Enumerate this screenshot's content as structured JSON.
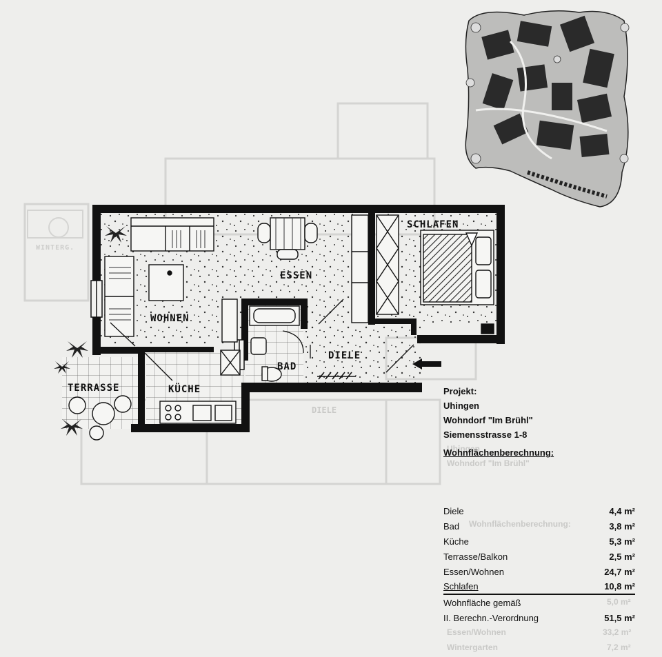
{
  "project": {
    "heading": "Projekt:",
    "city": "Uhingen",
    "name": "Wohndorf \"Im Brühl\"",
    "street": "Siemensstrasse 1-8"
  },
  "calculation": {
    "title": "Wohnflächenberechnung:",
    "rows": [
      {
        "name": "Diele",
        "value": "4,4 m²"
      },
      {
        "name": "Bad",
        "value": "3,8 m²"
      },
      {
        "name": "Küche",
        "value": "5,3 m²"
      },
      {
        "name": "Terrasse/Balkon",
        "value": "2,5 m²"
      },
      {
        "name": "Essen/Wohnen",
        "value": "24,7 m²"
      },
      {
        "name": "Schlafen",
        "value": "10,8 m²"
      }
    ],
    "total_label_1": "Wohnfläche gemäß",
    "total_label_2": "II. Berechn.-Verordnung",
    "total_value": "51,5 m²"
  },
  "rooms": {
    "wohnen": "WOHNEN",
    "essen": "ESSEN",
    "schlafen": "SCHLAFEN",
    "diele": "DIELE",
    "bad": "BAD",
    "kueche": "KÜCHE",
    "terrasse": "TERRASSE",
    "winterg": "WINTERG."
  },
  "ghost_text": {
    "diele": "DIELE",
    "city": "Uhingen",
    "name": "Wohndorf \"Im Brühl\"",
    "calc": "Wohnflächenberechnung:",
    "v1": "5,0 m²",
    "v2": "33,2 m²",
    "v3": "7,2 m²",
    "r2": "Essen/Wohnen",
    "r3": "Wintergarten"
  },
  "colors": {
    "paper": "#eeeeec",
    "ink": "#111111",
    "ghost": "#c9c9c7"
  }
}
